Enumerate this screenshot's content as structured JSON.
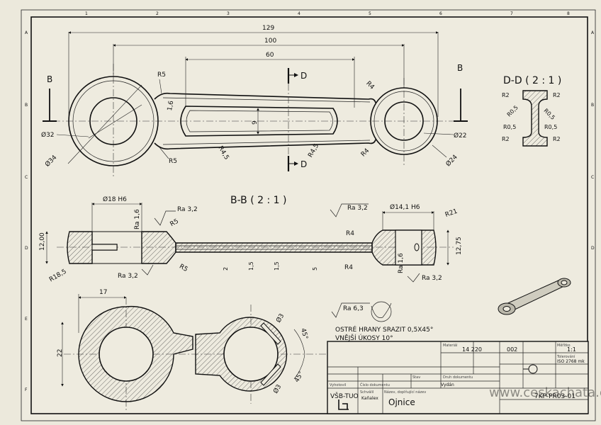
{
  "frame": {
    "zones_left": [
      "A",
      "B",
      "C",
      "D",
      "E",
      "F"
    ],
    "zones_top": [
      "1",
      "2",
      "3",
      "4",
      "5",
      "6",
      "7",
      "8"
    ]
  },
  "top_view": {
    "dims": {
      "overall": "129",
      "centers": "100",
      "slot": "60",
      "d32": "Ø32",
      "d34": "Ø34",
      "d22": "Ø22",
      "d24": "Ø24",
      "r5a": "R5",
      "r5b": "R5",
      "r45a": "R4,5",
      "r45b": "R4,5",
      "r4a": "R4",
      "r4b": "R4",
      "t16": "1,6",
      "w9": "9"
    },
    "section_b_left": "B",
    "section_b_right": "B",
    "section_d_top": "D",
    "section_d_bottom": "D"
  },
  "section_dd": {
    "title": "D-D ( 2 : 1 )",
    "r2": "R2",
    "r05": "R0,5"
  },
  "section_bb": {
    "title": "B-B ( 2 : 1 )",
    "dims": {
      "d18": "Ø18 H6",
      "d141": "Ø14,1 H6",
      "ra16a": "Ra 1,6",
      "ra32a": "Ra 3,2",
      "ra32b": "Ra 3,2",
      "ra32c": "Ra 3,2",
      "ra32d": "Ra 3,2",
      "ra16b": "Ra 1,6",
      "r5a": "R5",
      "r5b": "R5",
      "r4a": "R4",
      "r4b": "R4",
      "r21": "R21",
      "r185": "R18,5",
      "h12": "12,00",
      "h1275": "12,75",
      "v2": "2",
      "v15a": "1,5",
      "v15b": "1,5",
      "v5": "5"
    }
  },
  "bottom_view": {
    "dims": {
      "d17": "17",
      "d22": "22",
      "d3a": "Ø3",
      "d3b": "Ø3",
      "a45a": "45°",
      "a45b": "45°"
    }
  },
  "notes": {
    "ra63": "Ra 6,3",
    "line1": "OSTRÉ HRANY SRAZIT 0,5X45°",
    "line2": "VNĚJŠÍ ÚKOSY  10°"
  },
  "title_block": {
    "school": "VŠB-TUO",
    "part_name": "Ojnice",
    "drawing_no": "7KP-PR03-01",
    "scale": "1:1",
    "std": "ISO 2768 mk",
    "code1": "14 220",
    "code2": "002",
    "author": "Kaňalex",
    "lbl_material": "Materiál",
    "lbl_mass": "Hmotnost",
    "lbl_scale": "Měřítko",
    "lbl_tol": "Tolerování",
    "lbl_drawn": "Vyhotovil",
    "lbl_name": "Název, doplňující název",
    "lbl_number": "Číslo dokumentu",
    "lbl_appr": "Schválil",
    "lbl_type": "Druh dokumentu",
    "lbl_status": "Stav",
    "vydan": "Vydán"
  },
  "watermark": "www.ceskachata.cz"
}
